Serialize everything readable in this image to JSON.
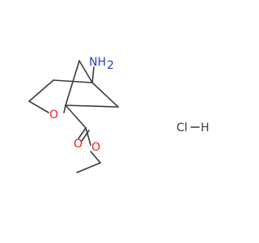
{
  "molecule": {
    "atoms": {
      "amine_label": "NH",
      "amine_h_count": "2",
      "ring_oxygen_label": "O",
      "carbonyl_oxygen_label": "O",
      "ester_oxygen_label": "O"
    },
    "counter_ion": {
      "chlorine": "Cl",
      "hydrogen": "H"
    },
    "colors": {
      "bond": "#3a3a3a",
      "oxygen": "#e8201f",
      "nitrogen": "#2f3dc2",
      "other": "#3a3a3a"
    }
  }
}
